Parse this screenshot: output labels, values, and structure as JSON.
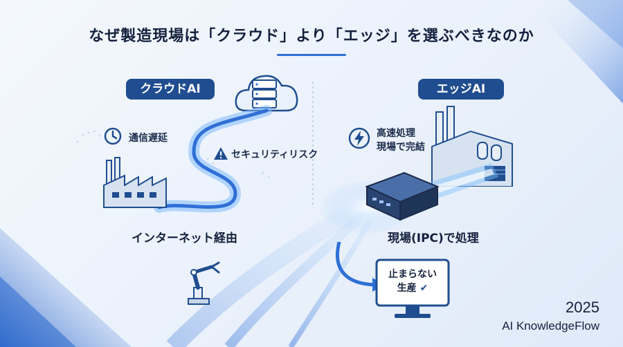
{
  "title": "なぜ製造現場は「クラウド」より「エッジ」を選ぶべきなのか",
  "cloud": {
    "badge": "クラウドAI",
    "latency_label": "通信遅延",
    "security_label": "セキュリティリスク",
    "caption": "インターネット経由"
  },
  "edge": {
    "badge": "エッジAI",
    "speed_label_line1": "高速処理",
    "speed_label_line2": "現場で完結",
    "caption": "現場(IPC)で処理"
  },
  "monitor": {
    "line1": "止まらない",
    "line2": "生産"
  },
  "footer": {
    "year": "2025",
    "brand": "AI KnowledgeFlow"
  },
  "colors": {
    "accent": "#2f6fd6",
    "navy": "#1f4d8f",
    "dark": "#14213d",
    "glow": "#5aa9ff"
  },
  "icons": [
    "clock-icon",
    "warning-icon",
    "lightning-icon",
    "checkmark-icon",
    "cloud-server-icon",
    "factory-icon",
    "ipc-box-icon",
    "robot-arm-icon",
    "monitor-icon"
  ]
}
